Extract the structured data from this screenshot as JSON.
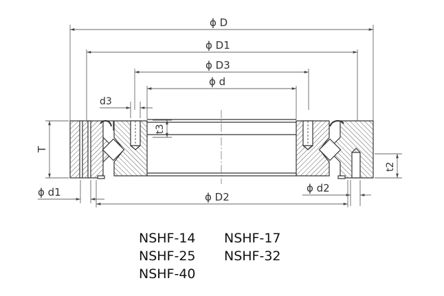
{
  "dimensions": {
    "D": "ϕ  D",
    "D1": "ϕ  D1",
    "D3": "ϕ  D3",
    "d": "ϕ  d",
    "d3": "d3",
    "t3": "t3",
    "T": "T",
    "t2": "t2",
    "d1": "ϕ  d1",
    "d2": "ϕ  d2",
    "D2": "ϕ  D2"
  },
  "models": [
    "NSHF-14",
    "NSHF-17",
    "NSHF-25",
    "NSHF-32",
    "NSHF-40"
  ],
  "colors": {
    "line": "#333333",
    "dimension": "#555555",
    "hatch": "#444444"
  }
}
